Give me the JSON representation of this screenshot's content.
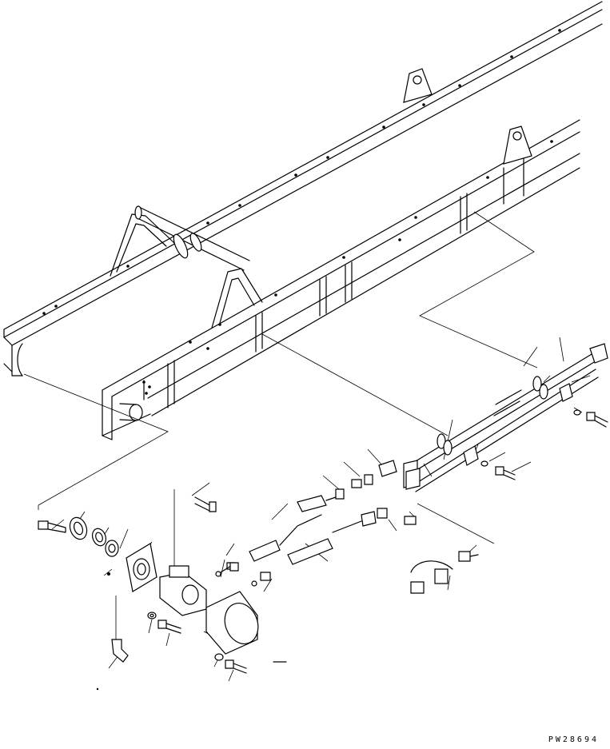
{
  "diagram": {
    "code": "PW28694",
    "colors": {
      "line": "#000000",
      "background": "#ffffff"
    },
    "parts": [
      "conveyor-frame-upper",
      "conveyor-frame-lower",
      "pulley-shaft",
      "drive-pulley",
      "flange",
      "seal",
      "oil-seal",
      "bearing-housing",
      "hydraulic-motor",
      "motor-cover",
      "bolts",
      "washers",
      "elbow-fitting",
      "hoses",
      "hose-fittings",
      "connectors",
      "clamps",
      "tube-assembly",
      "caps"
    ]
  }
}
